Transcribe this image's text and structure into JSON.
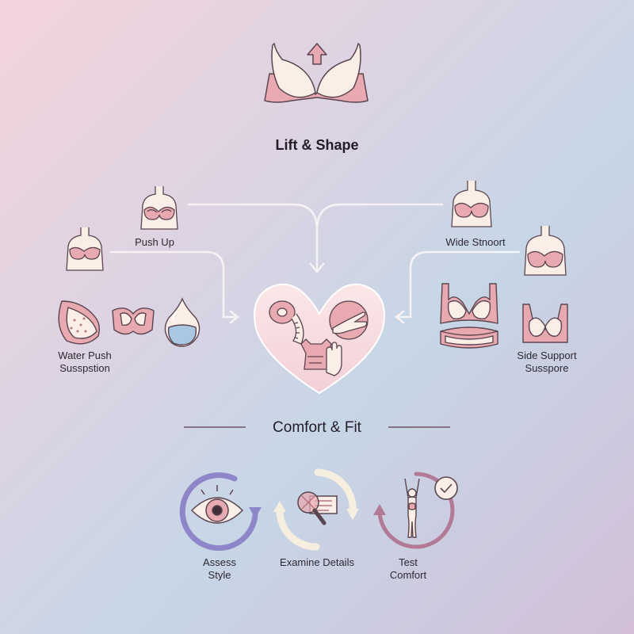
{
  "top": {
    "title": "Lift & Shape"
  },
  "left": {
    "push_up_label": "Push Up",
    "water_push_label_line1": "Water Push",
    "water_push_label_line2": "Susspstion"
  },
  "right": {
    "wide_support_label": "Wide Stnoort",
    "side_support_label_line1": "Side Support",
    "side_support_label_line2": "Susspore"
  },
  "middle": {
    "section_title": "Comfort & Fit"
  },
  "steps": [
    {
      "line1": "Assess",
      "line2": "Style"
    },
    {
      "line1": "Examine Details",
      "line2": ""
    },
    {
      "line1": "Test",
      "line2": "Comfort"
    }
  ],
  "colors": {
    "pink": "#e9a9b0",
    "pink_dark": "#b97480",
    "cream": "#fbeee6",
    "outline": "#5a4550",
    "connector": "#f7f2f3",
    "purple_ring": "#8e86c8",
    "cream_ring": "#f6eedf",
    "mauve_ring": "#b27a94"
  }
}
